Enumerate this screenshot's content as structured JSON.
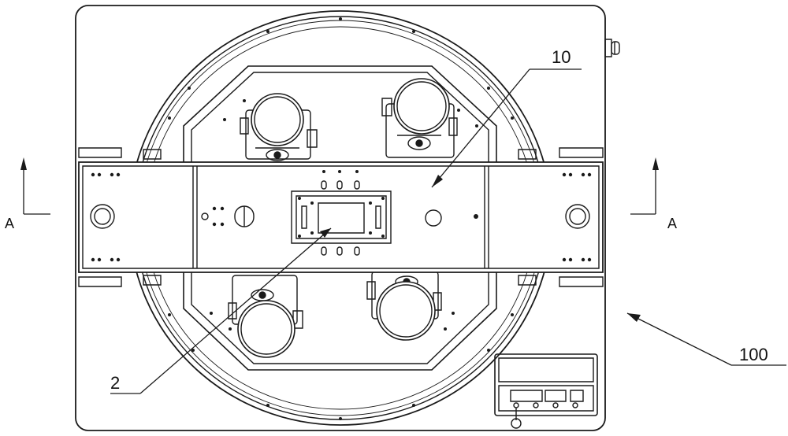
{
  "figure": {
    "labels": {
      "part_10": "10",
      "part_2": "2",
      "part_100": "100",
      "section_left": "A",
      "section_right": "A"
    },
    "colors": {
      "line": "#1a1a1a",
      "background": "#ffffff"
    }
  }
}
